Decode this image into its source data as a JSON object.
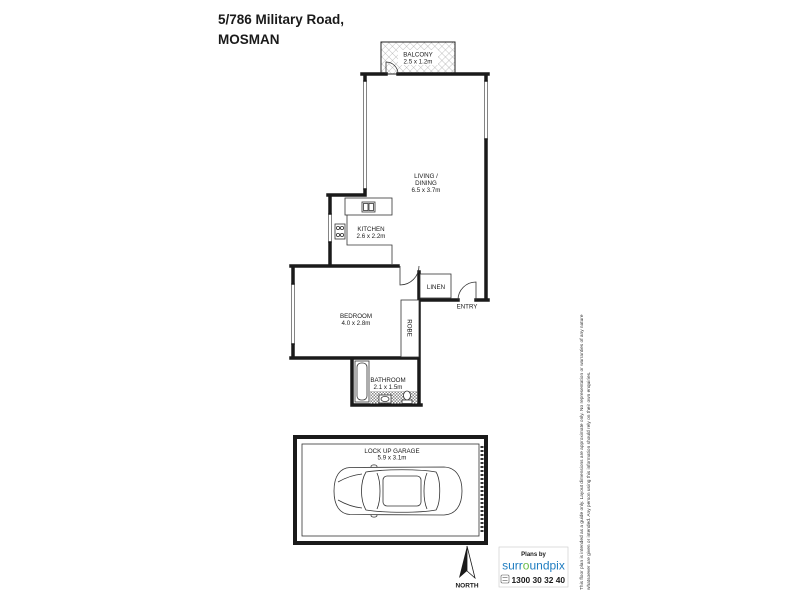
{
  "header": {
    "address_line": "5/786 Military Road,",
    "suburb": "MOSMAN"
  },
  "rooms": {
    "balcony": {
      "name": "BALCONY",
      "size": "2.5 x 1.2m"
    },
    "living_dining": {
      "name_line1": "LIVING /",
      "name_line2": "DINING",
      "size": "6.5 x 3.7m"
    },
    "kitchen": {
      "name": "KITCHEN",
      "size": "2.6 x 2.2m"
    },
    "bedroom": {
      "name": "BEDROOM",
      "size": "4.0 x 2.8m"
    },
    "robe": {
      "name": "ROBE"
    },
    "linen": {
      "name": "LINEN"
    },
    "entry": {
      "name": "ENTRY"
    },
    "bathroom": {
      "name": "BATHROOM",
      "size": "2.1 x 1.5m"
    },
    "garage": {
      "name": "LOCK UP GARAGE",
      "size": "5.9 x 3.1m"
    }
  },
  "compass": {
    "label": "NORTH",
    "icon": "north-arrow-icon"
  },
  "branding": {
    "caption": "Plans by",
    "brand_parts": [
      "surr",
      "o",
      "undpix"
    ],
    "phone": "1300 30 32 40",
    "icon": "brand-mark-icon"
  },
  "disclaimer": {
    "lines": [
      "This floor plan is intended as a guide only. Layout dimensions are approximate only. No representation or warranties of any nature",
      "whatsoever are given or intended. Any person using this information should rely on their own enquiries."
    ]
  },
  "fixtures": {
    "car": "car-icon",
    "sink": "sink-icon",
    "stove": "stove-icon",
    "bathtub": "bathtub-icon",
    "toilet": "toilet-icon",
    "basin": "basin-icon"
  },
  "colors": {
    "ink": "#1a1a1a",
    "brand_blue": "#1f7dc1",
    "brand_green": "#6abd45",
    "hatch": "#9b9b9b",
    "tile": "#8c8c8c",
    "background": "#ffffff"
  }
}
